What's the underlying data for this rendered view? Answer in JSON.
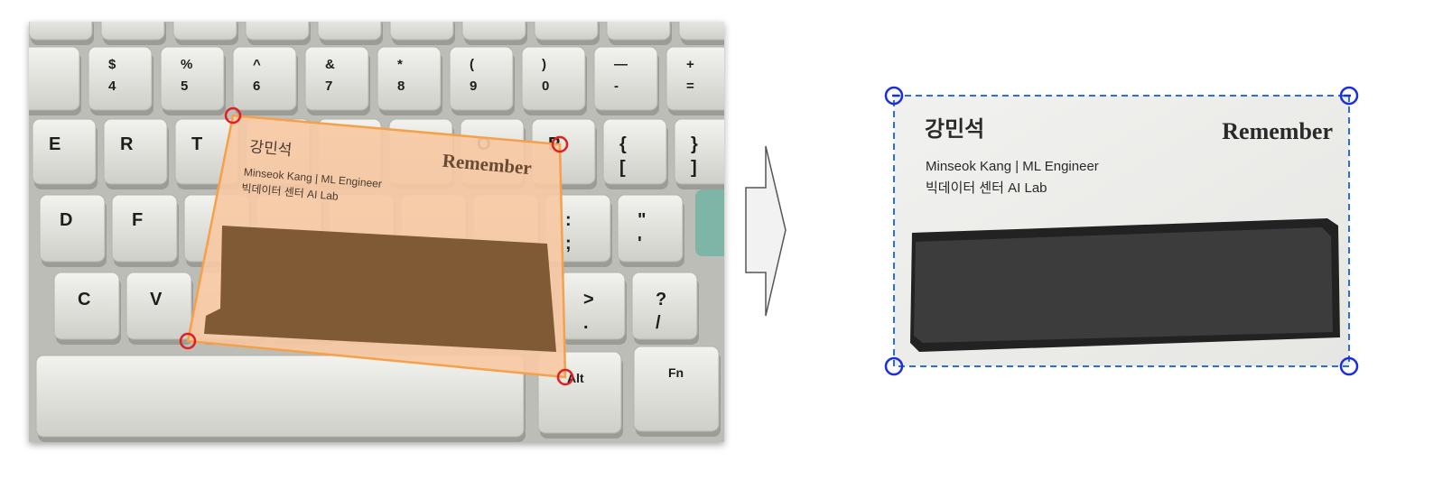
{
  "input_photo": {
    "keys": {
      "number_row": [
        {
          "top": "",
          "bottom": ""
        },
        {
          "top": "$",
          "bottom": "4"
        },
        {
          "top": "%",
          "bottom": "5"
        },
        {
          "top": "^",
          "bottom": "6"
        },
        {
          "top": "&",
          "bottom": "7"
        },
        {
          "top": "*",
          "bottom": "8"
        },
        {
          "top": "(",
          "bottom": "9"
        },
        {
          "top": ")",
          "bottom": "0"
        },
        {
          "top": "—",
          "bottom": "-"
        },
        {
          "top": "+",
          "bottom": "="
        }
      ],
      "q_row": [
        "E",
        "R",
        "T",
        "",
        "",
        "",
        "O",
        "P",
        "{\n[",
        "}\n]"
      ],
      "a_row": [
        "D",
        "F",
        "",
        "",
        "",
        "",
        "",
        ":\n;",
        "\"\n'"
      ],
      "z_row": [
        "C",
        "V",
        "",
        "",
        "",
        "",
        "",
        ">\n.",
        "?\n/"
      ],
      "alt_label": "Alt",
      "fn_label": "Fn"
    },
    "card": {
      "name_korean": "강민석",
      "name_line": "Minseok Kang  |  ML Engineer",
      "dept_line": "빅데이터 센터 AI Lab",
      "brand": "Remember"
    },
    "overlay_color": "#f5a04a",
    "corner_marker_color": "#e02020"
  },
  "arrow": {
    "direction": "right"
  },
  "output_scan": {
    "card": {
      "name_korean": "강민석",
      "name_line": "Minseok Kang  |  ML Engineer",
      "dept_line": "빅데이터 센터 AI Lab",
      "brand": "Remember"
    },
    "bbox_color": "#2a6fe0",
    "corner_marker_color": "#1a2ee0"
  }
}
